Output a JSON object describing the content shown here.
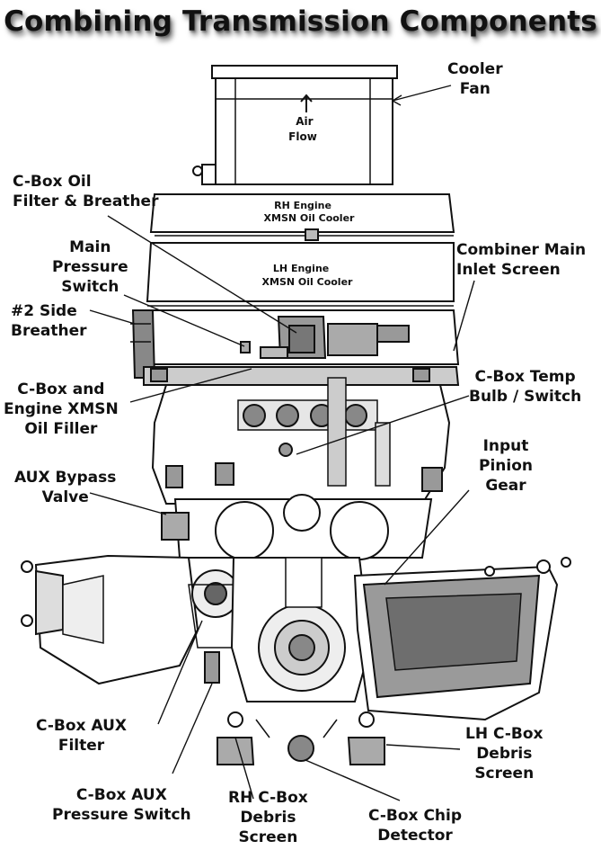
{
  "title": "Combining Transmission Components",
  "callouts": {
    "cooler_fan": "Cooler\nFan",
    "cbox_oil_filter": "C-Box Oil\nFilter & Breather",
    "main_pressure_switch": "Main\nPressure\nSwitch",
    "side_breather": "#2 Side\nBreather",
    "cbox_engine_filler": "C-Box and\nEngine XMSN\nOil Filler",
    "aux_bypass": "AUX Bypass\nValve",
    "combiner_inlet": "Combiner Main\nInlet Screen",
    "cbox_temp": "C-Box Temp\nBulb / Switch",
    "input_pinion": "Input\nPinion\nGear",
    "cbox_aux_filter": "C-Box AUX\nFilter",
    "cbox_aux_pressure": "C-Box AUX\nPressure Switch",
    "rh_debris": "RH C-Box\nDebris\nScreen",
    "chip_detector": "C-Box Chip\nDetector",
    "lh_debris": "LH C-Box\nDebris\nScreen"
  },
  "drawing_labels": {
    "air_flow": "Air\nFlow",
    "rh_cooler": "RH Engine\nXMSN Oil Cooler",
    "lh_cooler": "LH Engine\nXMSN Oil Cooler"
  }
}
